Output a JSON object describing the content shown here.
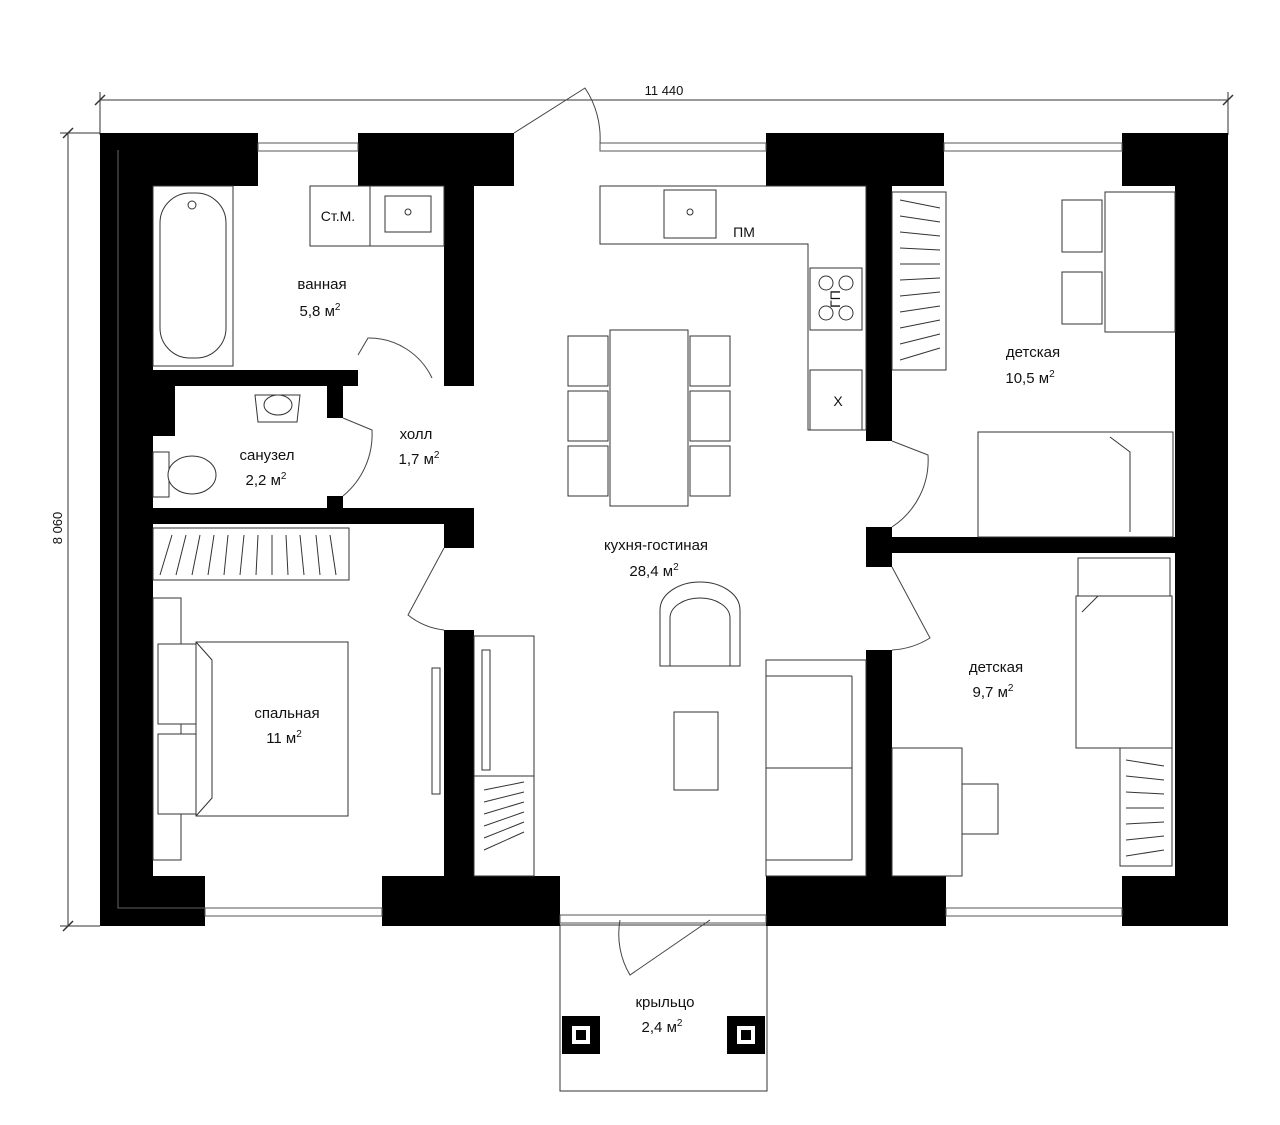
{
  "dimensions": {
    "width": "11 440",
    "height": "8 060"
  },
  "rooms": {
    "bathroom": {
      "name": "ванная",
      "area": "5,8 м",
      "sup": "2"
    },
    "wc": {
      "name": "санузел",
      "area": "2,2 м",
      "sup": "2"
    },
    "hall": {
      "name": "холл",
      "area": "1,7 м",
      "sup": "2"
    },
    "living": {
      "name": "кухня-гостиная",
      "area": "28,4 м",
      "sup": "2"
    },
    "kids1": {
      "name": "детская",
      "area": "10,5 м",
      "sup": "2"
    },
    "kids2": {
      "name": "детская",
      "area": "9,7 м",
      "sup": "2"
    },
    "bedroom": {
      "name": "спальная",
      "area": "11 м",
      "sup": "2"
    },
    "porch": {
      "name": "крыльцо",
      "area": "2,4 м",
      "sup": "2"
    }
  },
  "appliances": {
    "washer": "Ст.М.",
    "dishwasher": "ПМ",
    "stove": "ГП",
    "fridge": "Х"
  }
}
